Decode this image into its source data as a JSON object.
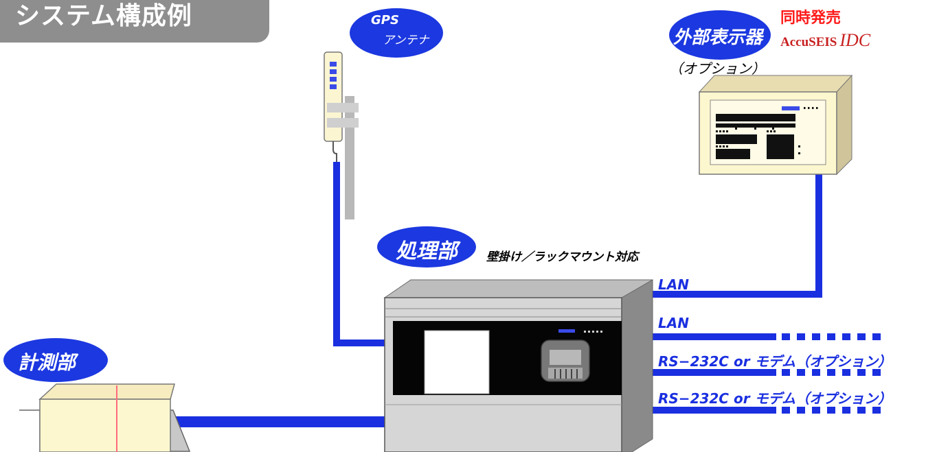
{
  "title": "システム構成例",
  "gps": {
    "line1": "GPS",
    "line2": "アンテナ"
  },
  "external_display": {
    "label": "外部表示器",
    "note": "（オプション）"
  },
  "promo": {
    "headline": "同時発売",
    "brand": "AccuSEIS",
    "model": "IDC"
  },
  "processor": {
    "label": "処理部",
    "note": "壁掛け／ラックマウント対応"
  },
  "measurement": {
    "label": "計測部"
  },
  "ports": [
    {
      "label": "LAN"
    },
    {
      "label": "LAN"
    },
    {
      "label": "RS−232C or モデム（オプション）"
    },
    {
      "label": "RS−232C or モデム（オプション）"
    }
  ],
  "colors": {
    "accent_blue": "#1a2fe0",
    "oval_blue": "#1c38e0",
    "panel_gray": "#d6d6d6",
    "box_cream": "#fdf7cf",
    "title_gray": "#8e8e8e",
    "promo_red": "#ff1a1a"
  }
}
